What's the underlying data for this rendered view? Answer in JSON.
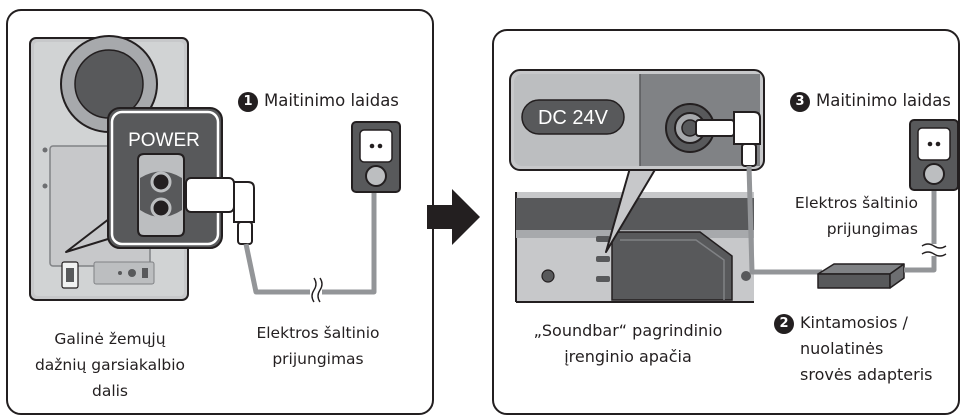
{
  "left_panel": {
    "power_label": "POWER",
    "step_number": "1",
    "cord_label": "Maitinimo laidas",
    "outlet_label": [
      "Elektros šaltinio",
      "prijungimas"
    ],
    "part_label": [
      "Galinė žemųjų",
      "dažnių garsiakalbio",
      "dalis"
    ]
  },
  "right_panel": {
    "dc_label": "DC 24V",
    "cord_step_number": "3",
    "cord_label": "Maitinimo laidas",
    "outlet_label": [
      "Elektros šaltinio",
      "prijungimas"
    ],
    "part_label": [
      "„Soundbar“ pagrindinio",
      "įrenginio apačia"
    ],
    "adapter_step_number": "2",
    "adapter_label": [
      "Kintamosios /",
      "nuolatinės",
      "srovės adapteris"
    ]
  },
  "colors": {
    "panel_border": "#231f20",
    "device_gray": "#bcbec0",
    "device_dark": "#58595b",
    "cable_gray": "#939598",
    "arrow": "#231f20"
  },
  "icons": [
    "power-port-icon",
    "power-plug-icon",
    "wall-outlet-icon",
    "dc-plug-icon",
    "ac-dc-adapter-icon",
    "right-arrow-icon"
  ]
}
